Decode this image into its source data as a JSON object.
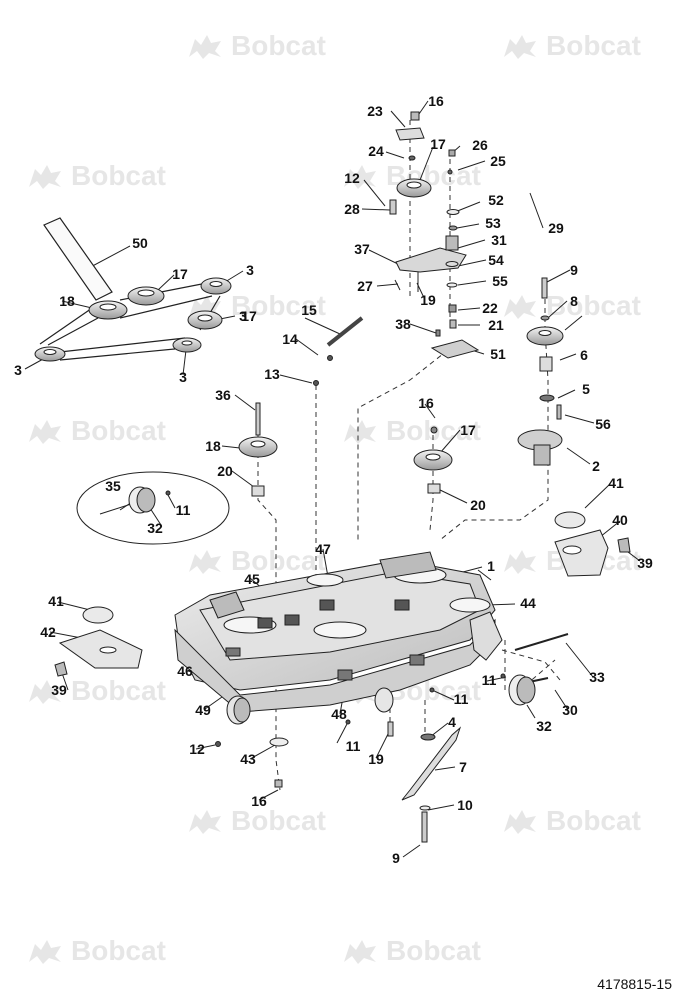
{
  "watermark": {
    "text": "Bobcat",
    "icon": "bobcat-logo-icon"
  },
  "document_number": "4178815-15",
  "callouts": [
    "1",
    "2",
    "3",
    "3",
    "3",
    "3",
    "4",
    "5",
    "6",
    "7",
    "8",
    "9",
    "9",
    "10",
    "11",
    "11",
    "11",
    "11",
    "12",
    "12",
    "13",
    "14",
    "15",
    "16",
    "16",
    "16",
    "17",
    "17",
    "17",
    "17",
    "18",
    "18",
    "19",
    "19",
    "20",
    "20",
    "21",
    "22",
    "23",
    "24",
    "25",
    "26",
    "27",
    "28",
    "29",
    "30",
    "31",
    "32",
    "32",
    "33",
    "35",
    "36",
    "37",
    "38",
    "39",
    "39",
    "40",
    "41",
    "41",
    "42",
    "43",
    "44",
    "45",
    "46",
    "47",
    "48",
    "49",
    "50",
    "51",
    "52",
    "53",
    "54",
    "55",
    "56"
  ]
}
